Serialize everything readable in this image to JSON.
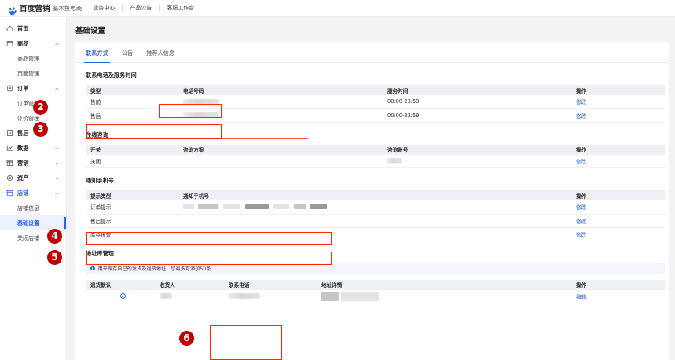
{
  "header": {
    "brand": "百度营销",
    "brand_sub": "基木鱼电商",
    "nav": [
      {
        "label": "业务中心"
      },
      {
        "label": "产品公告"
      },
      {
        "label": "客服工作台"
      }
    ]
  },
  "sidebar": {
    "items": [
      {
        "label": "首页",
        "icon": "home-icon",
        "type": "item",
        "expandable": false,
        "active": false
      },
      {
        "label": "商品",
        "icon": "product-icon",
        "type": "item",
        "expandable": true,
        "expanded": true,
        "active": false
      },
      {
        "label": "商品管理",
        "type": "sub",
        "active": false
      },
      {
        "label": "页面管理",
        "type": "sub",
        "active": false
      },
      {
        "label": "订单",
        "icon": "order-icon",
        "type": "item",
        "expandable": true,
        "expanded": true,
        "active": false
      },
      {
        "label": "订单管理",
        "type": "sub",
        "active": false
      },
      {
        "label": "评价管理",
        "type": "sub",
        "active": false
      },
      {
        "label": "售后",
        "icon": "aftersale-icon",
        "type": "item",
        "expandable": false,
        "active": false
      },
      {
        "label": "数据",
        "icon": "data-icon",
        "type": "item",
        "expandable": true,
        "expanded": false,
        "active": false
      },
      {
        "label": "营销",
        "icon": "marketing-icon",
        "type": "item",
        "expandable": true,
        "expanded": false,
        "active": false
      },
      {
        "label": "资产",
        "icon": "asset-icon",
        "type": "item",
        "expandable": true,
        "expanded": false,
        "active": false
      },
      {
        "label": "店铺",
        "icon": "shop-icon",
        "type": "item",
        "expandable": true,
        "expanded": true,
        "active": true
      },
      {
        "label": "店铺信息",
        "type": "sub",
        "active": false
      },
      {
        "label": "基础设置",
        "type": "sub",
        "active": true
      },
      {
        "label": "关闭店铺",
        "type": "sub",
        "active": false
      }
    ]
  },
  "main": {
    "page_title": "基础设置",
    "tabs": [
      {
        "label": "联系方式",
        "active": true
      },
      {
        "label": "公告",
        "active": false
      },
      {
        "label": "推荐人信息",
        "active": false
      }
    ],
    "sections": {
      "contact": {
        "title": "联系电话及服务时间",
        "columns": [
          "类型",
          "电话号码",
          "服务时间",
          "操作"
        ],
        "rows": [
          {
            "type": "售前",
            "phone": "",
            "phone_redacted": true,
            "service_time": "00:00-23:59",
            "action": "修改"
          },
          {
            "type": "售后",
            "phone": "",
            "phone_redacted": true,
            "service_time": "00:00-23:59",
            "action": "修改"
          }
        ]
      },
      "online_consult": {
        "title": "在线咨询",
        "columns": [
          "开关",
          "咨询方案",
          "咨询账号",
          "操作"
        ],
        "rows": [
          {
            "switch": "关闭",
            "plan": "",
            "account": "",
            "account_redacted": true,
            "action": "修改"
          }
        ]
      },
      "notify_phone": {
        "title": "通知手机号",
        "columns": [
          "提示类型",
          "通知手机号",
          "操作"
        ],
        "rows": [
          {
            "tip_type": "订单提示",
            "phone": "",
            "phone_redacted": true,
            "action": "修改"
          },
          {
            "tip_type": "售后提示",
            "phone": "",
            "phone_redacted": false,
            "action": "修改"
          },
          {
            "tip_type": "库存报警",
            "phone": "",
            "phone_redacted": false,
            "action": "修改"
          }
        ]
      },
      "address_book": {
        "title": "地址库管理",
        "banner": "用来保存自己的发货及退货地址，您最多可添加50条",
        "columns": [
          "退货默认",
          "收货人",
          "联系电话",
          "地址详情",
          "操作"
        ],
        "rows": [
          {
            "default_selected": true,
            "receiver": "",
            "phone": "",
            "address": "",
            "action": "编辑"
          }
        ]
      }
    }
  },
  "annotations": {
    "accent_red": "#c00000",
    "highlight_red": "#ff2a00",
    "badges": [
      {
        "number": "2"
      },
      {
        "number": "3"
      },
      {
        "number": "4"
      },
      {
        "number": "5"
      },
      {
        "number": "6"
      }
    ]
  },
  "colors": {
    "brand_blue": "#2b61ea",
    "page_bg": "#f2f3f5",
    "card_bg": "#ffffff",
    "table_head_bg": "#eef0f4"
  }
}
